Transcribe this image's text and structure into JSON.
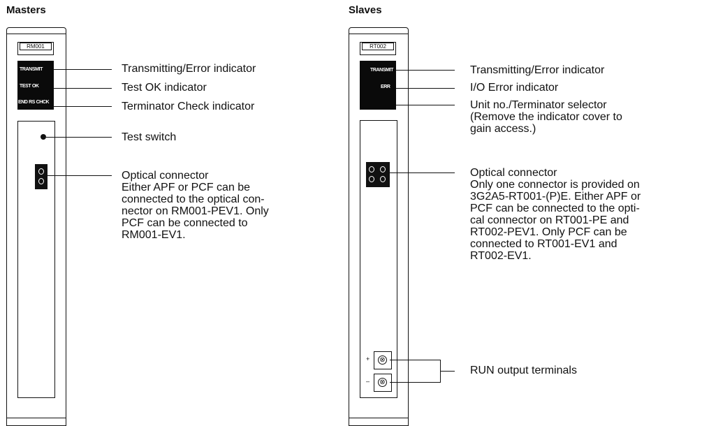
{
  "masters": {
    "heading": "Masters",
    "unit_name": "RM001",
    "indicator_texts": [
      "TRANSMIT",
      "TEST OK",
      "END RS CHCK"
    ],
    "labels": {
      "transmitting": "Transmitting/Error indicator",
      "test_ok": "Test OK indicator",
      "terminator_check": "Terminator Check indicator",
      "test_switch": "Test switch",
      "optical_connector": "Optical connector\nEither APF or PCF can be\nconnected to the optical con-\nnector on RM001-PEV1. Only\nPCF can be connected to\nRM001-EV1."
    }
  },
  "slaves": {
    "heading": "Slaves",
    "unit_name": "RT002",
    "indicator_texts": [
      "TRANSMIT",
      "ERR"
    ],
    "terminal_signs": [
      "+",
      "–"
    ],
    "labels": {
      "transmitting": "Transmitting/Error indicator",
      "io_error": "I/O Error indicator",
      "unit_selector": "Unit no./Terminator selector\n(Remove the indicator cover to\ngain access.)",
      "optical_connector": "Optical connector\nOnly one connector is provided on\n3G2A5-RT001-(P)E. Either APF or\nPCF can be connected to the opti-\ncal connector on RT001-PE and\nRT002-PEV1. Only PCF can be\nconnected to RT001-EV1 and\nRT002-EV1.",
      "run_output": "RUN output terminals"
    }
  }
}
